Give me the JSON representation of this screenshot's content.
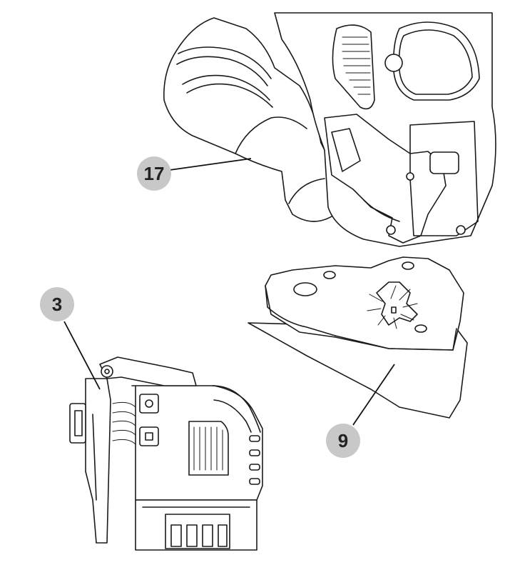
{
  "callouts": [
    {
      "id": "17",
      "label": "17"
    },
    {
      "id": "3",
      "label": "3"
    },
    {
      "id": "9",
      "label": "9"
    }
  ],
  "colors": {
    "callout_fill": "#c8c8c8",
    "line": "#1a1a1a",
    "background": "#ffffff"
  }
}
